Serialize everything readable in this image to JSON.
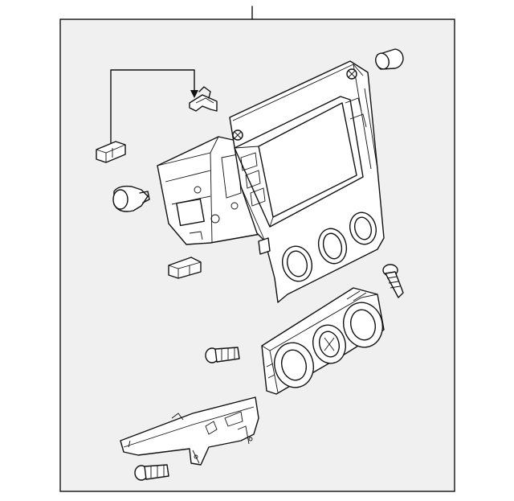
{
  "diagram": {
    "frame_fill": "#f0f0f0",
    "line_color": "#111111",
    "background": "#ffffff",
    "parts": [
      {
        "name": "screw-clip-icon"
      },
      {
        "name": "bracket-clip-icon"
      },
      {
        "name": "clip-left-upper-icon"
      },
      {
        "name": "bulb-socket-icon"
      },
      {
        "name": "clip-left-lower-icon"
      },
      {
        "name": "cap-knob-icon"
      },
      {
        "name": "center-bezel-panel"
      },
      {
        "name": "screw-right-icon"
      },
      {
        "name": "climate-control-unit"
      },
      {
        "name": "screw-middle-icon"
      },
      {
        "name": "lower-bracket"
      },
      {
        "name": "screw-bottom-icon"
      }
    ]
  }
}
